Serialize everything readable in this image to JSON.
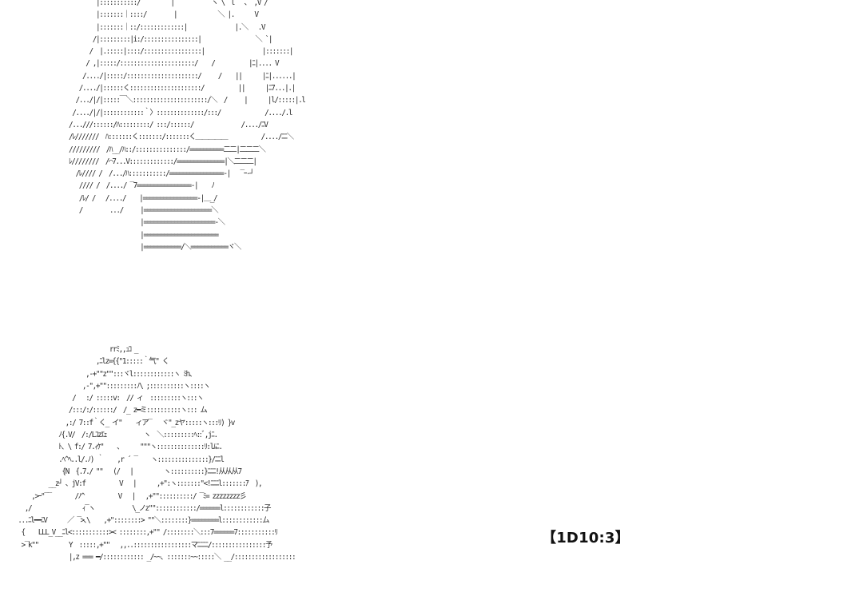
{
  "art": {
    "top_lines": [
      "        |:::::::::::/         |           ヽ \\｀l   ､  ,V /",
      "        |:::::::｜::::/        |            ＼ |.      V",
      "        |:::::::｜::/:::::::::::::|              |.＼   .V",
      "       /|:::::::::|i:/::::::::::::::::|                ＼ `|",
      "      /  |.:::::|::::/:::::::::::::::::|                 |:::::::|",
      "     / ,|:::::/::::::::::::::::::::::/    /          |ﾆ|.... V",
      "    /..../|:::::/:::::::::::::::::::::/     /    ||      |ﾆ|......|",
      "   /..../|::::::く:::::::::::::::::::::/          ||      |ﾆ7...|.|",
      "  /.../|/|:::::￣＼::::::::::::::::::::::/＼  /     |      |l/:::::|.l",
      " /..../|/|::::::::::::｀〉::::::::::::::/:::/             /..../.l",
      "/...///::::::/ﾊ:::::::::/ :::/::::::/              /..../ﾆV",
      "/ﾚ///////  ﾊ:::::::く:::::::/:::::::く＿＿＿＿＿          /..../ﾆﾆ＼",
      "/////////  /ﾊ__/ﾊ::/:::::::::::::::/==========二二|二二二＼",
      "ﾚ////////  /⌒7...V:::::::::::::/==============|＼二二二|",
      "  /ﾚ//// /  /.../ﾊ:::::::::::/================-|   ‾ｰ-┘",
      "   //// /  /..../ ‾7================-|    ﾉ",
      "   /ﾚ/ /   /..../    |================-|＿_/",
      "   /        .../     |====================＼",
      "                     |=====================-＼",
      "                     |======================",
      "                     |===========/＼===========ヾ＼"
    ],
    "bottom_lines": [
      "                            rrﾐ,,ｭｺ _",
      "                        ,ﾆlz={{\"1:::::｀气\" く",
      "                     ,-+\"\"z\"\":::ヾl::::::::::::ヽ ﾐh、",
      "                    ,-\",+\"\":::::::::ﾉ\\ ;::::::::::ヽ::::ヽ",
      "                 /   :/ :::::v:  // ィ  :::::::::ヽ:::ヽ",
      "                /:::/:/::::::/  /_ z━ミ::::::::::ヽ::: ム",
      "               ,:/ 7::f｀く_ イ\"    ィア‾   ヾ\"_zヤ:::::ヽ:::ﾘ) }v",
      "             ﾉ{.V/  /:/Lｺzｴｪ           ヽ  ＼:::::::::ﾍ::ﾞ,jﾆ.",
      "             ﾄ、\\ f:/ 7.ｨｹ\"    ､      \"\"\"ヽ::::::::::::::ﾘ:lﾑﾆ.",
      "             .ﾍ^ﾍ..l/.ﾉ) ｀    ,r ´ ‾    ヽ:::::::::::::::}/ﾆﾆl",
      "              {N  {.7./ \"\"   (/   |         ヽ::::::::::}ﾆﾆﾆ!从从从7",
      "          __z┘ 、jV:f          V   |      ,+\":ヽ:::::::\"<!ﾆﾆﾆl:::::::ｱ  ),",
      "     ,>ｰ\"‾‾       /ﾉ^          V   |   ,+\"\"::::::::::/ ‾ﾐ= zzzzzzzz彡",
      "   ,/               ｨ‾ヽ           \\_ノz\"\"::::::::::::/======l::::::::::::子",
      " ...ﾆl━━ﾆV      ／ ‾>､\\    ,+\"::::::::> \"\"＼::::::::}========l::::::::::::ム",
      "  {    LLL_V__ﾆl<:::::::::::>< ::::::::,+\"\" /::::::::＼:::7======7:::::::::::ﾘ",
      "  >‾k\"\"         Y  :::::,+\"\"   ,,..:::::::::::::::::マﾆﾆﾆﾆ/::::::::::::::::予",
      "                |,z === ━/:::::::::::: _/~~、:::::::~~:::::＼ __/::::::::::::::::::"
    ]
  },
  "dice": {
    "label": "【1D10:3】"
  }
}
